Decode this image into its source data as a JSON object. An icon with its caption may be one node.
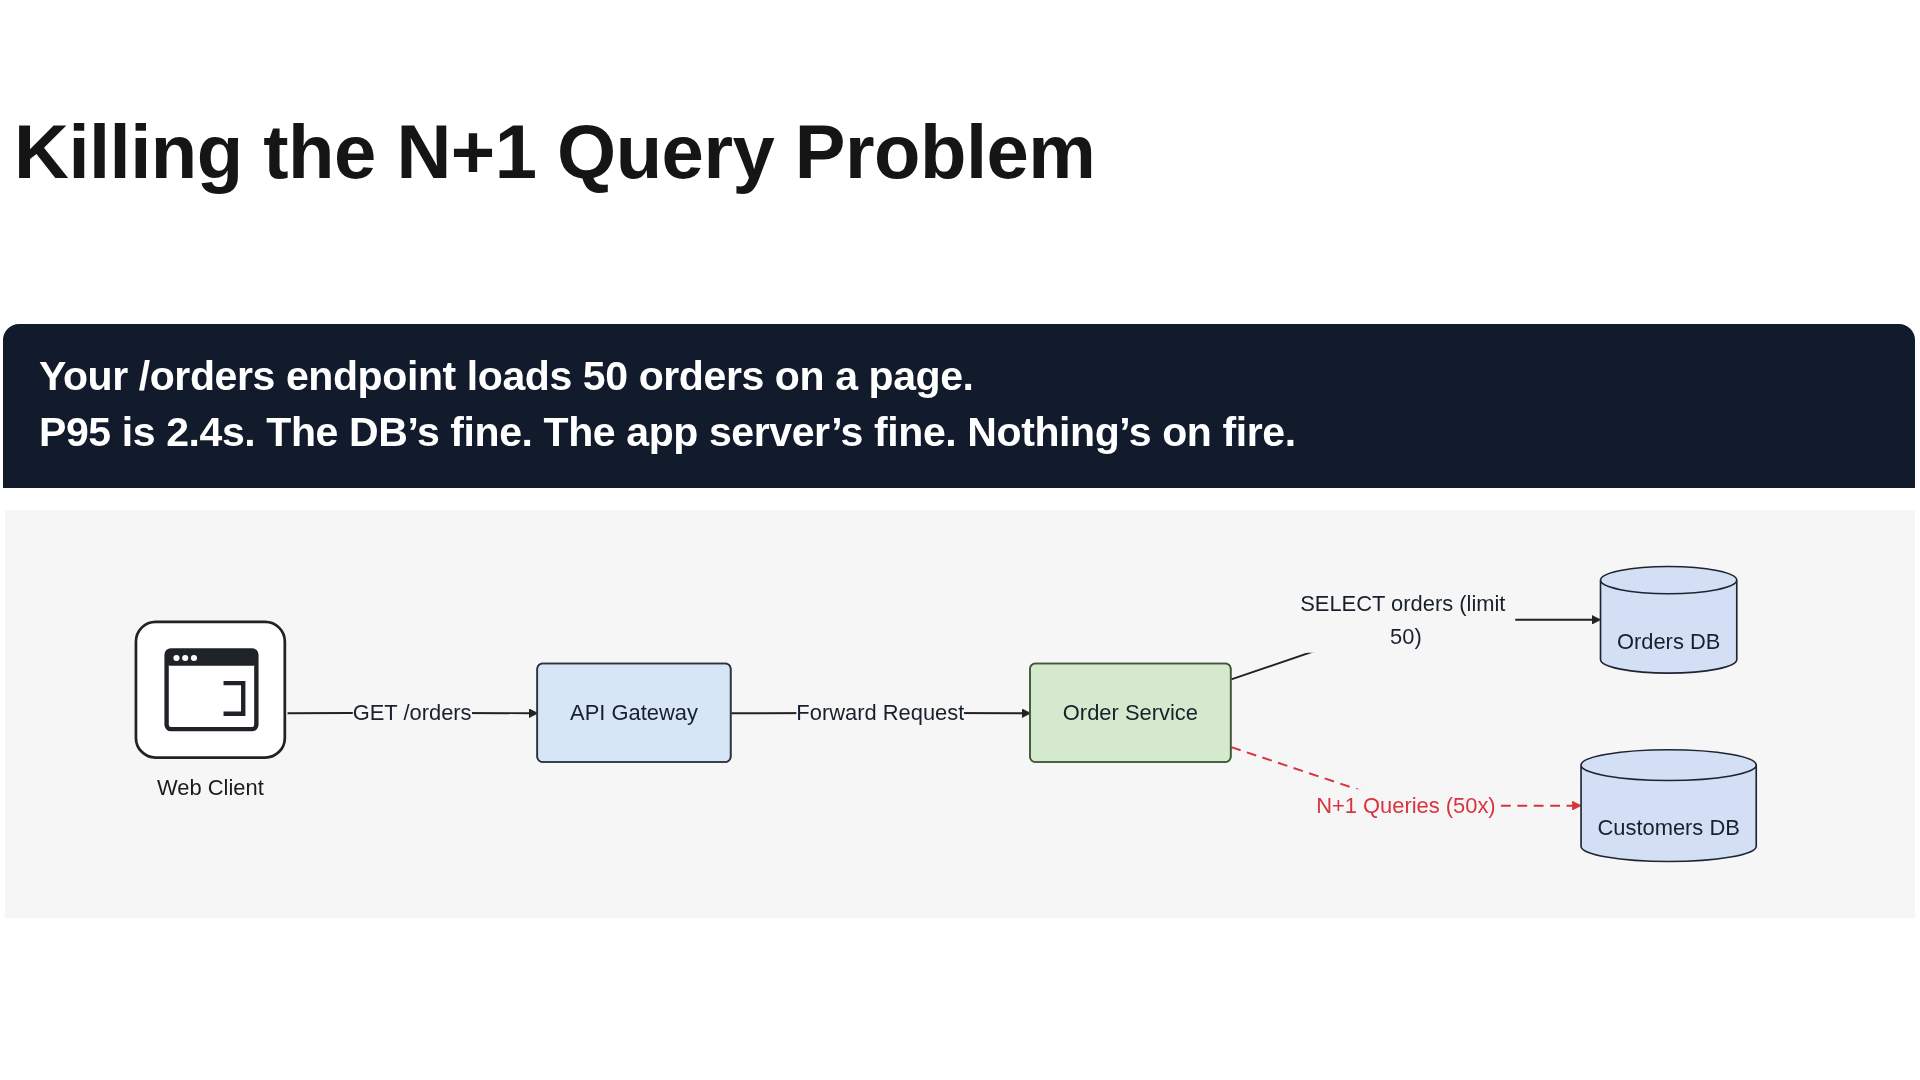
{
  "diagram": {
    "title": "Killing the N+1 Query Problem",
    "nodes": [
      {
        "text": [
          "Web Client"
        ]
      },
      {
        "text": [
          "API Gateway"
        ]
      },
      {
        "text": [
          "Order Service"
        ]
      },
      {
        "text": [
          "Orders DB"
        ]
      },
      {
        "text": [
          "Customers DB"
        ]
      }
    ],
    "edges": [
      {
        "from": 0,
        "to": 1,
        "arrow": "to",
        "label": "GET /orders"
      },
      {
        "from": 1,
        "to": 2,
        "arrow": "to",
        "label": "Forward Request"
      },
      {
        "from": 2,
        "to": 3,
        "arrow": "to",
        "label": "SELECT orders (limit 50)"
      },
      {
        "from": 2,
        "to": 4,
        "arrow": "to",
        "label": "N+1 Queries (50x)",
        "style": "dashed",
        "color": "#d8343f"
      }
    ],
    "labels": [
      "Your /orders endpoint loads 50 orders on a page.",
      "P95 is 2.4s. The DB’s fine. The app server’s fine. Nothing’s on fire."
    ]
  }
}
